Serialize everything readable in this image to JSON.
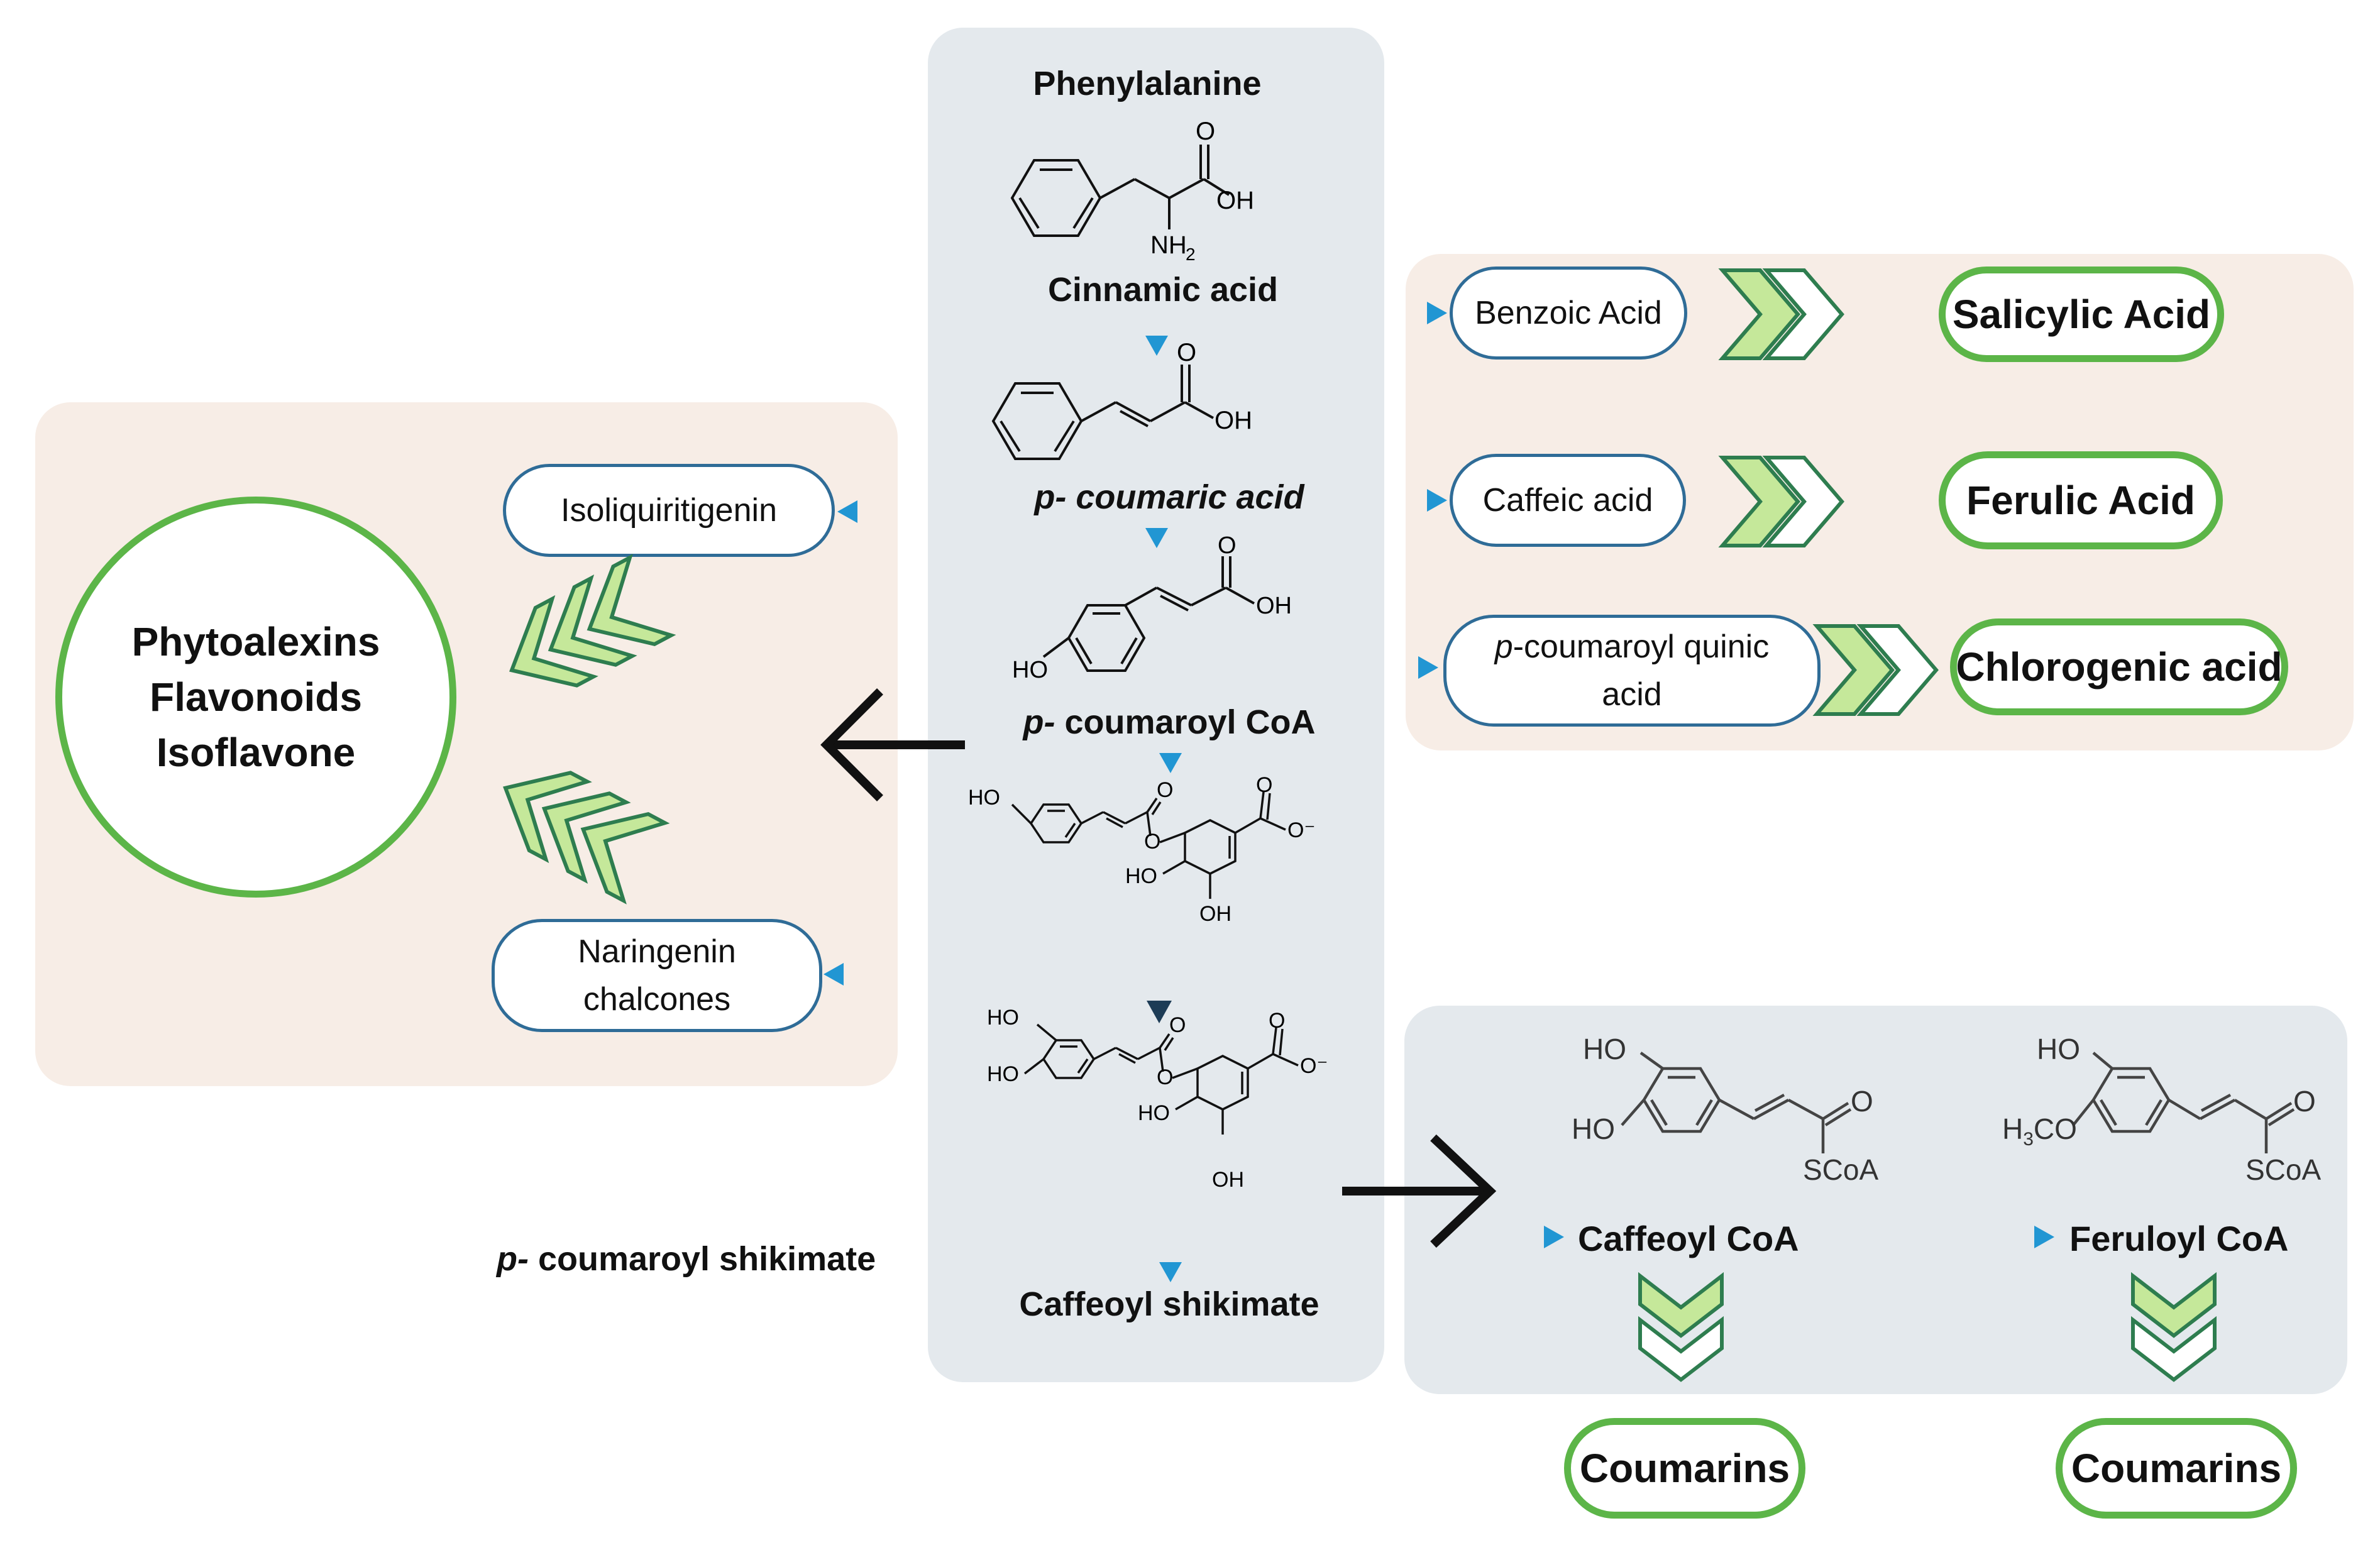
{
  "central": {
    "phenylalanine": "Phenylalanine",
    "cinnamic": "Cinnamic acid",
    "p_coumaric_prefix": "p-",
    "p_coumaric_rest": " coumaric acid",
    "p_coumaroyl_coa_prefix": "p-",
    "p_coumaroyl_coa_rest": " coumaroyl CoA",
    "caffeoyl_shikimate": "Caffeoyl shikimate",
    "atoms": {
      "o": "O",
      "oh": "OH",
      "nh2": "NH",
      "nh2_sub": "2",
      "ho": "HO",
      "o_minus": "O⁻"
    }
  },
  "left_label": {
    "prefix": "p-",
    "rest": " coumaroyl shikimate"
  },
  "left_panel": {
    "circle_lines": [
      "Phytoalexins",
      "Flavonoids",
      "Isoflavone"
    ],
    "isoliquiritigenin": "Isoliquiritigenin",
    "naringenin_line1": "Naringenin",
    "naringenin_line2": "chalcones"
  },
  "right_top": {
    "rows": [
      {
        "input": "Benzoic Acid",
        "output": "Salicylic Acid"
      },
      {
        "input": "Caffeic acid",
        "output": "Ferulic Acid"
      },
      {
        "input_prefix": "p",
        "input_rest": "-coumaroyl quinic",
        "input_line2": "acid",
        "output": "Chlorogenic acid"
      }
    ]
  },
  "right_bottom": {
    "caffeoyl": "Caffeoyl CoA",
    "feruloyl": "Feruloyl CoA",
    "coumarins_1": "Coumarins",
    "coumarins_2": "Coumarins",
    "atoms": {
      "ho": "HO",
      "o": "O",
      "scoa": "SCoA",
      "h3co_h": "H",
      "h3co_sub": "3",
      "h3co_co": "CO"
    }
  },
  "colors": {
    "panel_blue": "#e4e9ed",
    "panel_peach": "#f7ede6",
    "pointer_blue": "#2196d3",
    "pill_border": "#2f6c97",
    "green_border": "#5cb548",
    "chevron_light": "#c5e89a",
    "chevron_dark": "#2e7d4f"
  }
}
